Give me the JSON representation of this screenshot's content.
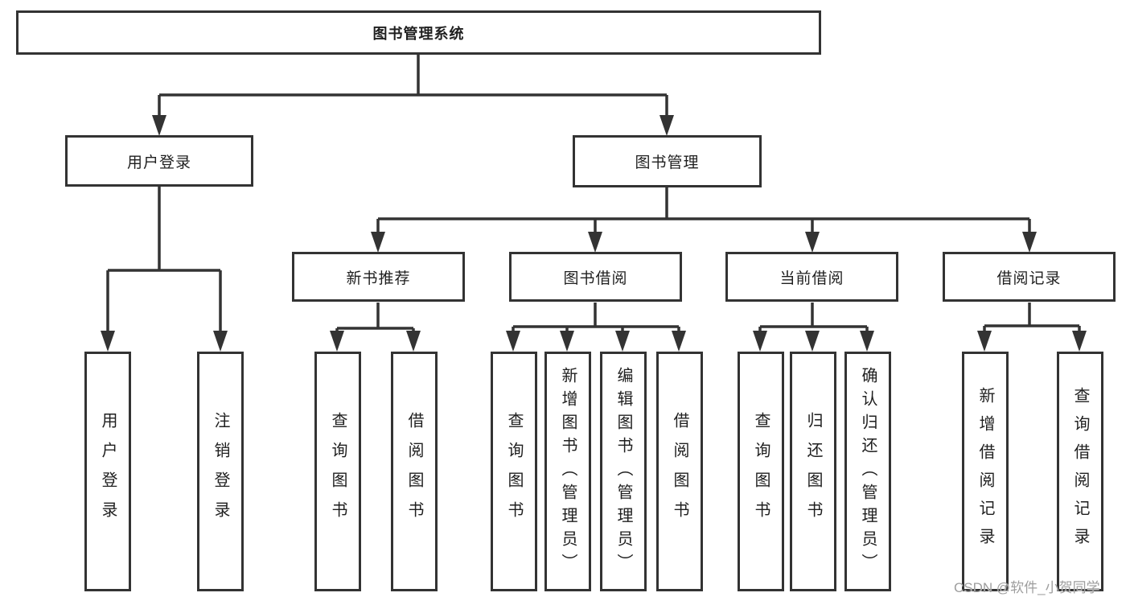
{
  "diagram": {
    "root": {
      "label": "图书管理系统"
    },
    "branches": [
      {
        "label": "用户登录",
        "children": [
          {
            "label": "用户登录"
          },
          {
            "label": "注销登录"
          }
        ]
      },
      {
        "label": "图书管理",
        "children": [
          {
            "label": "新书推荐",
            "children": [
              {
                "label": "查询图书"
              },
              {
                "label": "借阅图书"
              }
            ]
          },
          {
            "label": "图书借阅",
            "children": [
              {
                "label": "查询图书"
              },
              {
                "label": "新增图书（管理员）"
              },
              {
                "label": "编辑图书（管理员）"
              },
              {
                "label": "借阅图书"
              }
            ]
          },
          {
            "label": "当前借阅",
            "children": [
              {
                "label": "查询图书"
              },
              {
                "label": "归还图书"
              },
              {
                "label": "确认归还（管理员）"
              }
            ]
          },
          {
            "label": "借阅记录",
            "children": [
              {
                "label": "新增借阅记录"
              },
              {
                "label": "查询借阅记录"
              }
            ]
          }
        ]
      }
    ]
  },
  "watermark": {
    "text": "CSDN @软件_小贺同学"
  },
  "colors": {
    "line": "#333333",
    "text": "#1f1f1f",
    "background": "#ffffff",
    "watermark": "#9e9e9e"
  }
}
